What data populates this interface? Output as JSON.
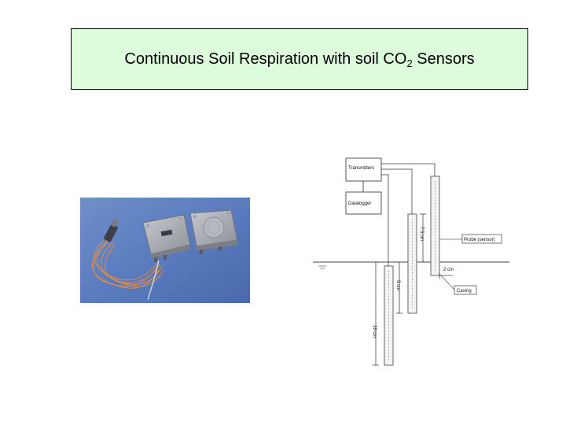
{
  "slide": {
    "title_prefix": "Continuous Soil Respiration with soil CO",
    "title_subscript": "2",
    "title_suffix": " Sensors",
    "title_bg": "#ddfcdc"
  },
  "diagram": {
    "labels": {
      "transmitters": "Transmitters",
      "datalogger": "Datalogger",
      "probe": "Probe (sensor)",
      "casing": "Casing",
      "dim_width": "2 cm",
      "dim_small": "3 cm",
      "dim_medium": "7.5 cm",
      "dim_long": "16 cm"
    }
  }
}
